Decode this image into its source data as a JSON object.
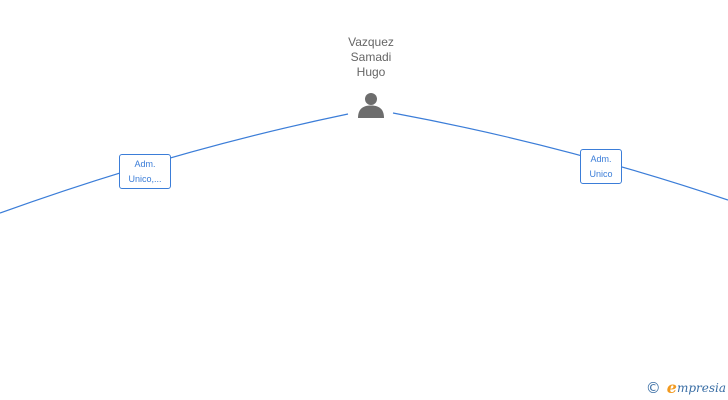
{
  "person": {
    "name_line1": "Vazquez",
    "name_line2": "Samadi",
    "name_line3": "Hugo",
    "icon": "person-icon"
  },
  "roles": {
    "left": {
      "line1": "Adm.",
      "line2": "Unico,..."
    },
    "right": {
      "line1": "Adm.",
      "line2": "Unico"
    }
  },
  "watermark": {
    "symbol": "©",
    "brand_initial": "e",
    "brand_rest": "mpresia"
  },
  "colors": {
    "link": "#3b7dd8",
    "name_text": "#666666",
    "icon": "#6d6d6d",
    "brand_orange": "#f29a1f",
    "brand_blue": "#3a6ea5"
  }
}
